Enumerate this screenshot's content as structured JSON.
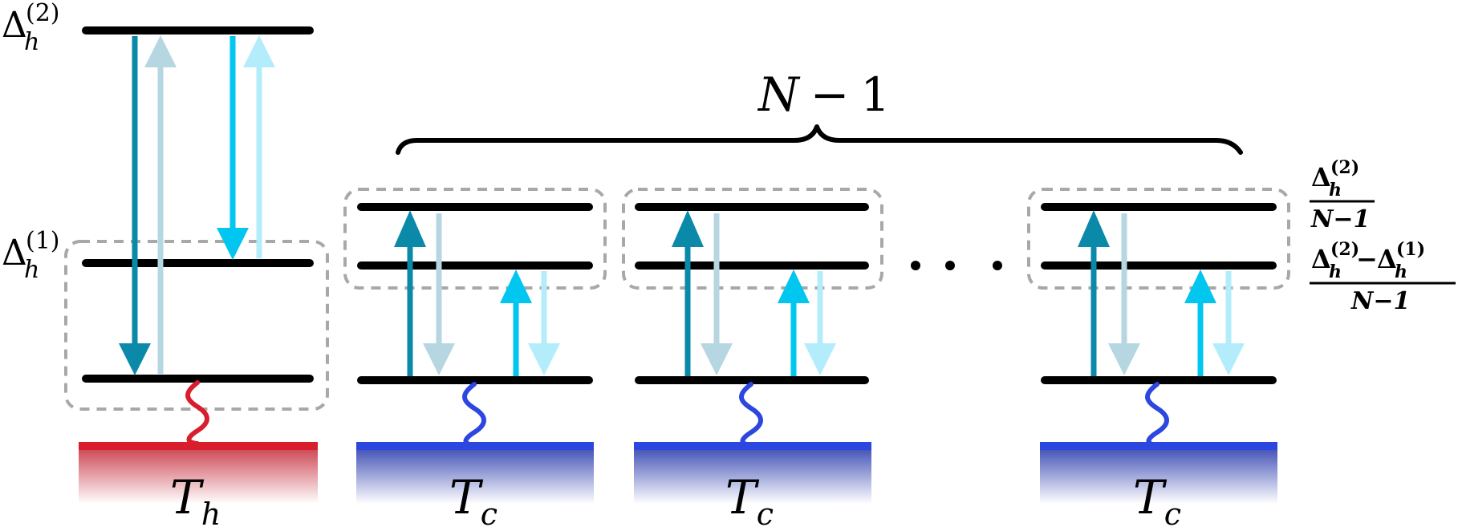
{
  "colors": {
    "level": "#000000",
    "hot_bath": "#d81e2c",
    "cold_bath": "#2c46e0",
    "arrow_dark": "#0a89a8",
    "arrow_dark_light": "#b6d6e2",
    "arrow_bright": "#00c6f0",
    "arrow_bright_light": "#b3ecfb",
    "dashed_box": "#a8a8a8"
  },
  "labels": {
    "delta": "Δ",
    "sub_h": "h",
    "sup_2": "(2)",
    "sup_1": "(1)",
    "minus": "−",
    "n_minus_1_N": "N",
    "n_minus_1_one": "1",
    "dots": "· · ·",
    "bath_T": "T",
    "bath_hot_sub": "h",
    "bath_cold_sub": "c"
  },
  "right_labels": {
    "top_num": "Δ",
    "top_den": "N−1",
    "bottom_den": "N−1"
  },
  "baths": [
    {
      "kind": "hot",
      "label_T": "T",
      "label_sub": "h"
    },
    {
      "kind": "cold",
      "label_T": "T",
      "label_sub": "c"
    },
    {
      "kind": "cold",
      "label_T": "T",
      "label_sub": "c"
    },
    {
      "kind": "cold",
      "label_T": "T",
      "label_sub": "c"
    }
  ]
}
